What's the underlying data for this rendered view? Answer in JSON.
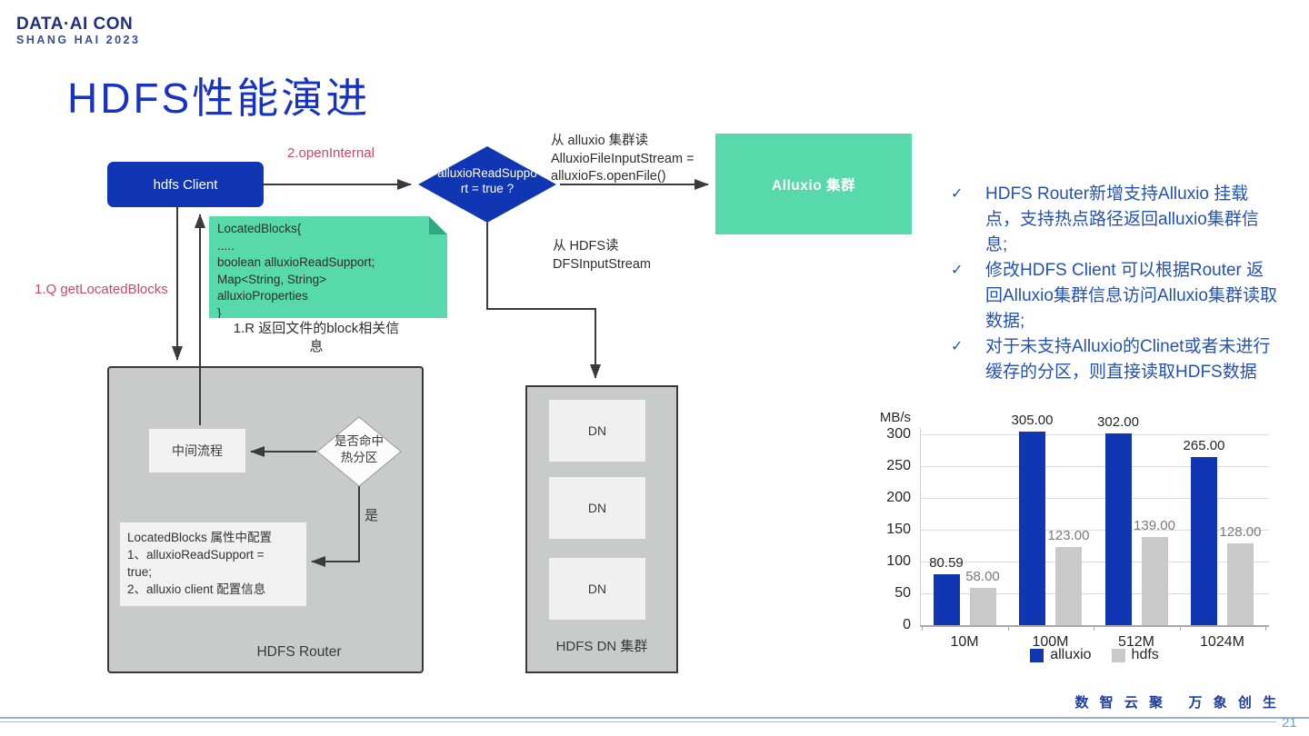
{
  "logo": {
    "line1": "DATA·AI CON",
    "line2": "SHANG HAI 2023"
  },
  "title": "HDFS性能演进",
  "diagram": {
    "hdfs_client_label": "hdfs Client",
    "open_internal_label": "2.openInternal",
    "get_located_blocks_label": "1.Q getLocatedBlocks",
    "decision_label": "alluxioReadSupport = true ?",
    "read_alluxio_note": "从 alluxio 集群读\nAlluxioFileInputStream =\nalluxioFs.openFile()",
    "alluxio_cluster_label": "Alluxio 集群",
    "located_blocks_code": "LocatedBlocks{\n .....\n boolean alluxioReadSupport;\n Map<String, String>\nalluxioProperties\n}",
    "return_blocks_caption": "1.R 返回文件的block相关信\n息",
    "read_hdfs_note": "从 HDFS读\nDFSInputStream",
    "router": {
      "middle_step_label": "中间流程",
      "hot_partition_decision": "是否命中\n热分区",
      "yes_label": "是",
      "config_note": "LocatedBlocks 属性中配置\n1、alluxioReadSupport =\ntrue;\n2、alluxio client 配置信息",
      "box_label": "HDFS Router"
    },
    "dn_cluster": {
      "nodes": [
        "DN",
        "DN",
        "DN"
      ],
      "box_label": "HDFS DN 集群"
    }
  },
  "bullets": {
    "mark": "✓",
    "items": [
      "HDFS Router新增支持Alluxio 挂载点，支持热点路径返回alluxio集群信息;",
      "修改HDFS Client 可以根据Router 返回Alluxio集群信息访问Alluxio集群读取数据;",
      "对于未支持Alluxio的Clinet或者未进行缓存的分区，则直接读取HDFS数据"
    ]
  },
  "chart_data": {
    "type": "bar",
    "title": "",
    "ylabel": "MB/s",
    "xlabel": "",
    "categories": [
      "10M",
      "100M",
      "512M",
      "1024M"
    ],
    "series": [
      {
        "name": "alluxio",
        "color": "#1136b4",
        "values": [
          80.59,
          305.0,
          302.0,
          265.0
        ],
        "labels": [
          "80.59",
          "305.00",
          "302.00",
          "265.00"
        ]
      },
      {
        "name": "hdfs",
        "color": "#c9c9c9",
        "values": [
          58.0,
          123.0,
          139.0,
          128.0
        ],
        "labels": [
          "58.00",
          "123.00",
          "139.00",
          "128.00"
        ]
      }
    ],
    "yticks": [
      0,
      50,
      100,
      150,
      200,
      250,
      300
    ],
    "ylim": [
      0,
      300
    ],
    "grid": true,
    "legend_position": "bottom"
  },
  "footer": {
    "slogan": "数 智 云 聚   万 象 创 生",
    "page_number": "21"
  },
  "colors": {
    "primary_blue": "#1136b4",
    "title_blue": "#1832c4",
    "teal_green": "#57d9ab",
    "accent_red": "#c84a68",
    "bullet_blue": "#2451b8",
    "router_gray": "#c9caca",
    "hdfs_bar_gray": "#c9c9c9"
  }
}
